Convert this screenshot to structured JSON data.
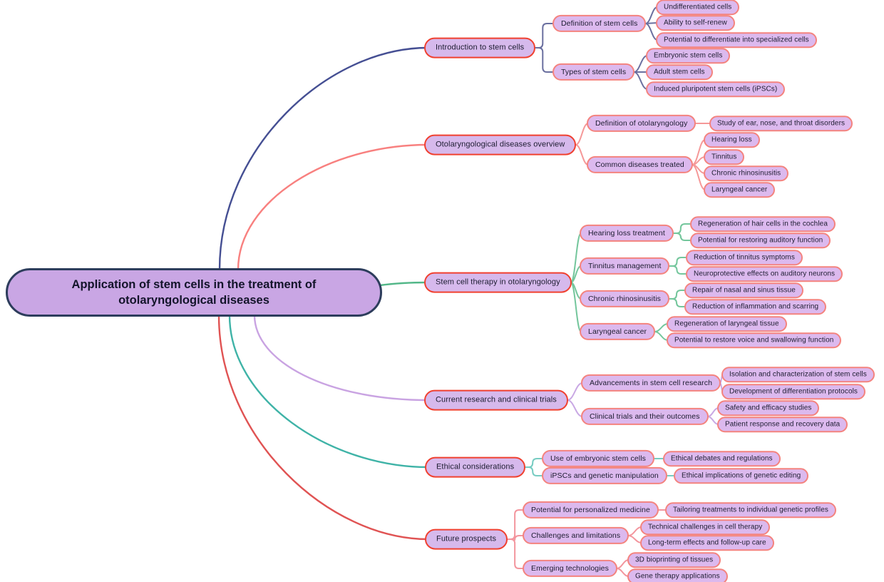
{
  "title": "Application of stem cells in the treatment of otolaryngological diseases",
  "root": {
    "label": "Application of stem cells in the treatment of otolaryngological diseases"
  },
  "palette": {
    "background": "#ffffff",
    "root_fill": "#c9a6e4",
    "root_border": "#2d3d5c",
    "level1_fill": "#d6b9ec",
    "level1_border": "#f0402f",
    "child_fill": "#dcb9ee",
    "child_border": "#f4837e",
    "text": "#1c1c30"
  },
  "branches": [
    {
      "label": "Introduction to stem cells",
      "line_color": "#454f93",
      "sub_line_color": "#6a6f9f",
      "children": [
        {
          "label": "Definition of stem cells",
          "children": [
            {
              "label": "Undifferentiated cells"
            },
            {
              "label": "Ability to self-renew"
            },
            {
              "label": "Potential to differentiate into specialized cells"
            }
          ]
        },
        {
          "label": "Types of stem cells",
          "children": [
            {
              "label": "Embryonic stem cells"
            },
            {
              "label": "Adult stem cells"
            },
            {
              "label": "Induced pluripotent stem cells (iPSCs)"
            }
          ]
        }
      ]
    },
    {
      "label": "Otolaryngological diseases overview",
      "line_color": "#f8807f",
      "sub_line_color": "#f59898",
      "children": [
        {
          "label": "Definition of otolaryngology",
          "children": [
            {
              "label": "Study of ear, nose, and throat disorders"
            }
          ]
        },
        {
          "label": "Common diseases treated",
          "children": [
            {
              "label": "Hearing loss"
            },
            {
              "label": "Tinnitus"
            },
            {
              "label": "Chronic rhinosinusitis"
            },
            {
              "label": "Laryngeal cancer"
            }
          ]
        }
      ]
    },
    {
      "label": "Stem cell therapy in otolaryngology",
      "line_color": "#52b788",
      "sub_line_color": "#74c69c",
      "children": [
        {
          "label": "Hearing loss treatment",
          "children": [
            {
              "label": "Regeneration of hair cells in the cochlea"
            },
            {
              "label": "Potential for restoring auditory function"
            }
          ]
        },
        {
          "label": "Tinnitus management",
          "children": [
            {
              "label": "Reduction of tinnitus symptoms"
            },
            {
              "label": "Neuroprotective effects on auditory neurons"
            }
          ]
        },
        {
          "label": "Chronic rhinosinusitis",
          "children": [
            {
              "label": "Repair of nasal and sinus tissue"
            },
            {
              "label": "Reduction of inflammation and scarring"
            }
          ]
        },
        {
          "label": "Laryngeal cancer",
          "children": [
            {
              "label": "Regeneration of laryngeal tissue"
            },
            {
              "label": "Potential to restore voice and swallowing function"
            }
          ]
        }
      ]
    },
    {
      "label": "Current research and clinical trials",
      "line_color": "#c9a3e2",
      "sub_line_color": "#c9a8e4",
      "children": [
        {
          "label": "Advancements in stem cell research",
          "children": [
            {
              "label": "Isolation and characterization of stem cells"
            },
            {
              "label": "Development of differentiation protocols"
            }
          ]
        },
        {
          "label": "Clinical trials and their outcomes",
          "children": [
            {
              "label": "Safety and efficacy studies"
            },
            {
              "label": "Patient response and recovery data"
            }
          ]
        }
      ]
    },
    {
      "label": "Ethical considerations",
      "line_color": "#3fb3a7",
      "sub_line_color": "#77ccc2",
      "children": [
        {
          "label": "Use of embryonic stem cells",
          "children": [
            {
              "label": "Ethical debates and regulations"
            }
          ]
        },
        {
          "label": "iPSCs and genetic manipulation",
          "children": [
            {
              "label": "Ethical implications of genetic editing"
            }
          ]
        }
      ]
    },
    {
      "label": "Future prospects",
      "line_color": "#e05353",
      "sub_line_color": "#f3959d",
      "children": [
        {
          "label": "Potential for personalized medicine",
          "children": [
            {
              "label": "Tailoring treatments to individual genetic profiles"
            }
          ]
        },
        {
          "label": "Challenges and limitations",
          "children": [
            {
              "label": "Technical challenges in cell therapy"
            },
            {
              "label": "Long-term effects and follow-up care"
            }
          ]
        },
        {
          "label": "Emerging technologies",
          "children": [
            {
              "label": "3D bioprinting of tissues"
            },
            {
              "label": "Gene therapy applications"
            }
          ]
        }
      ]
    }
  ]
}
